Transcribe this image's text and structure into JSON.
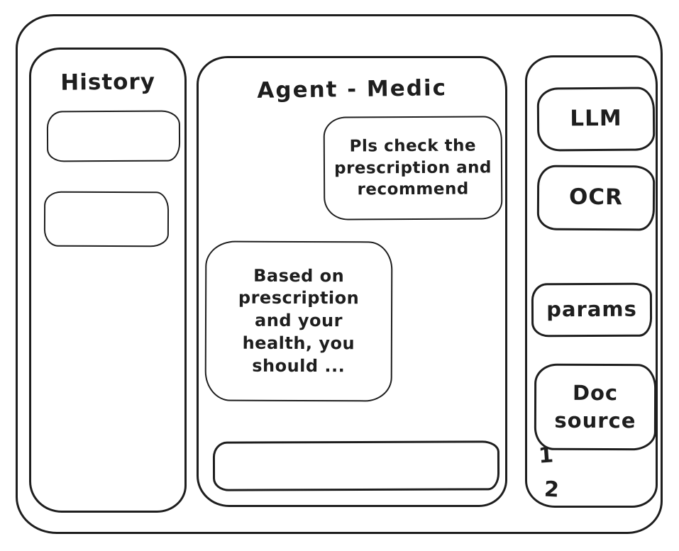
{
  "colors": {
    "ink": "#1e1e1e",
    "background": "#ffffff"
  },
  "history_panel": {
    "title": "History",
    "items": [
      {
        "label": ""
      },
      {
        "label": ""
      }
    ]
  },
  "chat_panel": {
    "title": "Agent - Medic",
    "messages": [
      {
        "role": "user",
        "align": "right",
        "text": "Pls check the prescription and recommend"
      },
      {
        "role": "assistant",
        "align": "left",
        "text": "Based on prescription and your health, you should ..."
      }
    ],
    "input": {
      "value": "",
      "placeholder": ""
    }
  },
  "tools_panel": {
    "buttons": [
      {
        "id": "llm",
        "label": "LLM"
      },
      {
        "id": "ocr",
        "label": "OCR"
      },
      {
        "id": "params",
        "label": "params"
      },
      {
        "id": "doc-source",
        "label": "Doc source"
      }
    ],
    "annotations": [
      "1",
      "2"
    ]
  }
}
